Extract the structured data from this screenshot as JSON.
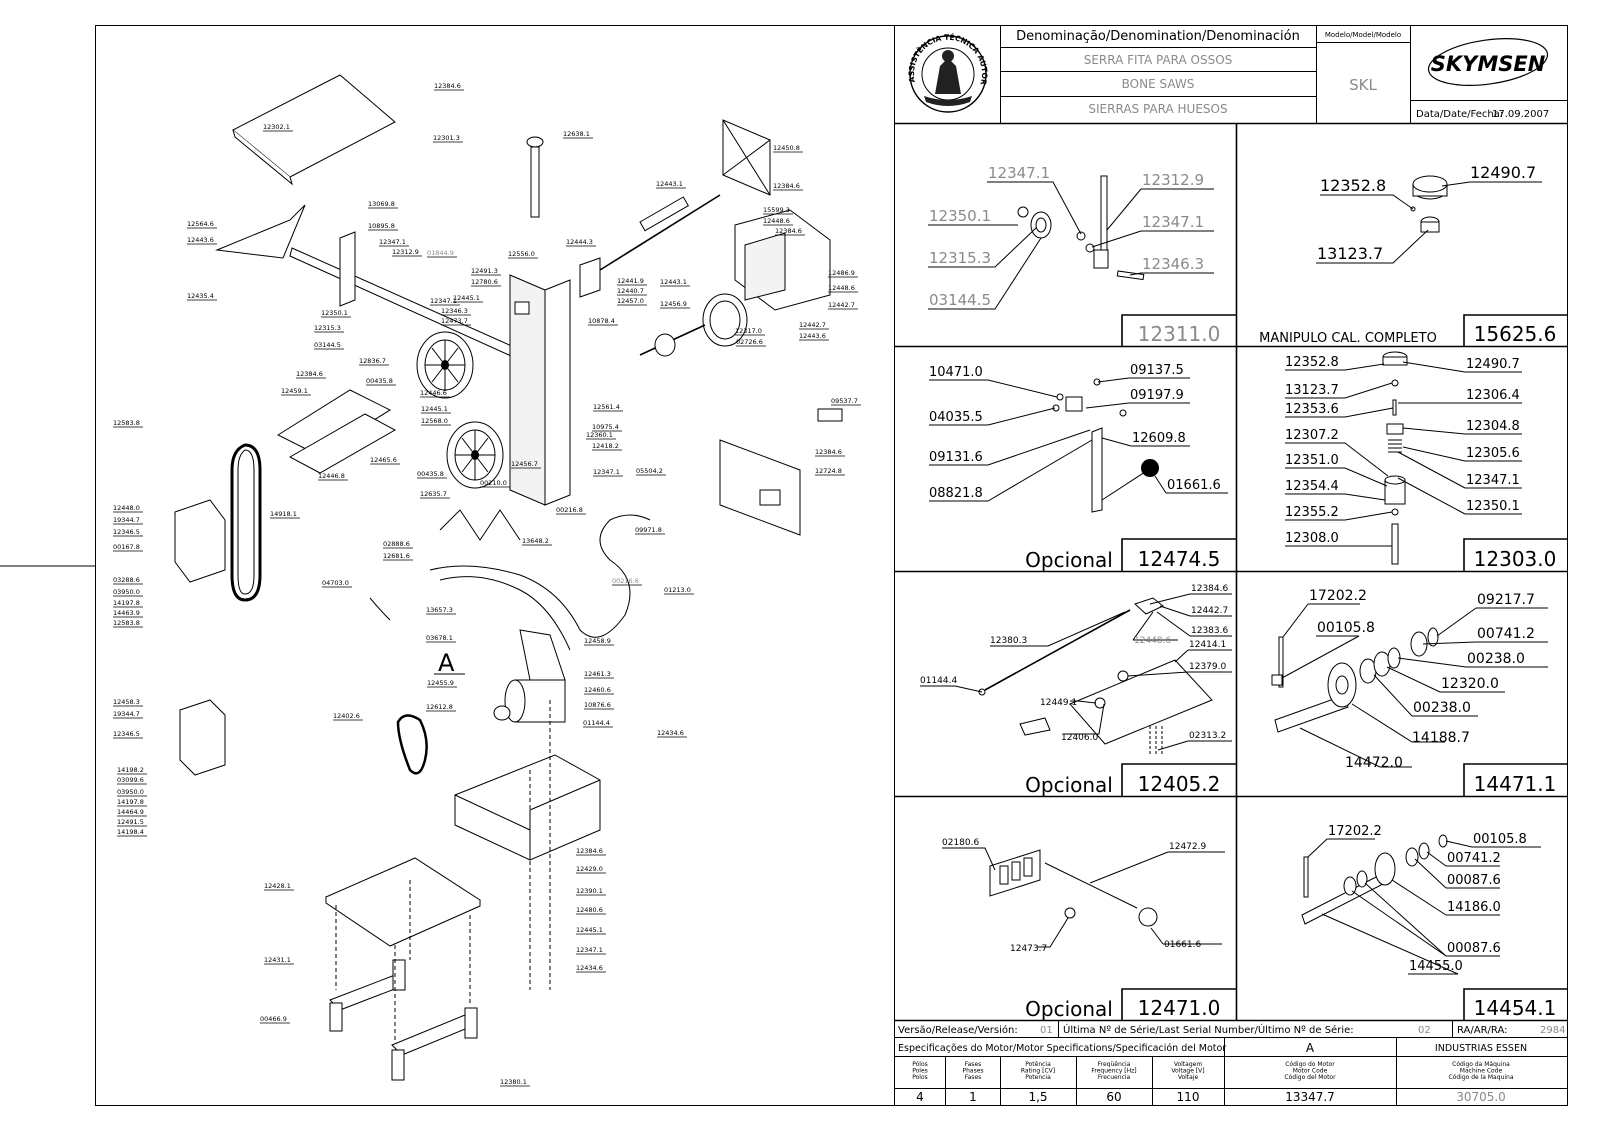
{
  "header": {
    "denomination_label": "Denominação/Denomination/Denominación",
    "name_pt": "SERRA FITA PARA OSSOS",
    "name_en": "BONE SAWS",
    "name_es": "SIERRAS PARA HUESOS",
    "model_label": "Modelo/Model/Modelo",
    "model_value": "SKL",
    "brand": "SKYMSEN",
    "date_label": "Data/Date/Fecha:",
    "date_value": "17.09.2007",
    "seal_text": "ASSISTÊNCIA TÉCNICA AUTORIZADA"
  },
  "main_labels": [
    "12384.6",
    "12302.1",
    "12301.3",
    "12638.1",
    "12450.8",
    "12443.1",
    "12384.6",
    "13069.8",
    "10895.8",
    "12564.6",
    "12443.6",
    "12435.4",
    "12347.1",
    "12312.9",
    "01844.9",
    "12491.3",
    "12780.6",
    "12556.0",
    "12444.3",
    "15599.3",
    "12448.6",
    "12384.6",
    "12486.9",
    "12448.6",
    "12442.7",
    "12350.1",
    "12315.3",
    "03144.5",
    "12347.1",
    "12346.3",
    "12473.7",
    "12445.1",
    "12441.9",
    "12440.7",
    "12457.0",
    "12443.1",
    "12456.9",
    "12317.0",
    "10878.4",
    "02726.6",
    "12442.7",
    "12443.6",
    "12836.7",
    "00435.8",
    "12384.6",
    "12459.1",
    "12446.6",
    "12445.1",
    "12568.0",
    "12360.1",
    "10975.4",
    "12418.2",
    "12456.7",
    "12347.1",
    "12561.4",
    "12583.8",
    "12448.0",
    "19344.7",
    "12346.5",
    "00167.8",
    "12465.6",
    "12446.8",
    "14918.1",
    "00435.8",
    "12635.7",
    "00210.0",
    "00216.8",
    "05504.2",
    "09537.7",
    "12384.6",
    "12724.8",
    "03288.6",
    "03950.0",
    "14197.8",
    "14463.9",
    "02888.6",
    "12681.6",
    "13648.2",
    "09971.8",
    "00216.6",
    "04703.0",
    "01213.0",
    "13657.3",
    "03678.1",
    "12458.9",
    "12461.3",
    "12460.6",
    "10876.6",
    "12455.9",
    "12612.8",
    "01144.4",
    "12583.8",
    "12458.3",
    "19344.7",
    "12346.5",
    "12402.6",
    "12434.6",
    "14198.2",
    "03099.6",
    "03950.0",
    "14197.8",
    "14464.9",
    "12491.5",
    "14198.4",
    "12384.6",
    "12429.0",
    "12390.1",
    "12480.6",
    "12445.1",
    "12428.1",
    "12347.1",
    "12431.1",
    "12434.6",
    "00466.9",
    "12380.1"
  ],
  "callout_A": "A",
  "boxes": {
    "b1": {
      "labels": [
        "12347.1",
        "12312.9",
        "12350.1",
        "12347.1",
        "12315.3",
        "12346.3",
        "03144.5"
      ],
      "code": "12311.0"
    },
    "b2": {
      "labels": [
        "12352.8",
        "12490.7",
        "13123.7"
      ],
      "caption": "MANIPULO CAL. COMPLETO",
      "code": "15625.6"
    },
    "b3": {
      "labels": [
        "10471.0",
        "09137.5",
        "09197.9",
        "04035.5",
        "12609.8",
        "09131.6",
        "01661.6",
        "08821.8"
      ],
      "caption": "Opcional",
      "code": "12474.5"
    },
    "b4": {
      "labels": [
        "12352.8",
        "12490.7",
        "13123.7",
        "12306.4",
        "12353.6",
        "12304.8",
        "12307.2",
        "12305.6",
        "12351.0",
        "12347.1",
        "12354.4",
        "12350.1",
        "12355.2",
        "12308.0"
      ],
      "code": "12303.0"
    },
    "b5": {
      "labels": [
        "12384.6",
        "12442.7",
        "12383.6",
        "12380.3",
        "12448.6",
        "12414.1",
        "12379.0",
        "01144.4",
        "12449.1",
        "12406.0",
        "02313.2"
      ],
      "caption": "Opcional",
      "code": "12405.2"
    },
    "b6": {
      "labels": [
        "17202.2",
        "09217.7",
        "00105.8",
        "00741.2",
        "00238.0",
        "12320.0",
        "00238.0",
        "14188.7",
        "14472.0"
      ],
      "code": "14471.1"
    },
    "b7": {
      "labels": [
        "02180.6",
        "12472.9",
        "12473.7",
        "01661.6"
      ],
      "caption": "Opcional",
      "code": "12471.0"
    },
    "b8": {
      "labels": [
        "17202.2",
        "00105.8",
        "00741.2",
        "00087.6",
        "14186.0",
        "00087.6",
        "14455.0"
      ],
      "code": "14454.1"
    }
  },
  "footer": {
    "version_label": "Versão/Release/Versión:",
    "version_value": "01",
    "serial_label": "Última Nº de Série/Last Serial Number/Último Nº de Série:",
    "serial_value": "02",
    "ra_label": "RA/AR/RA:",
    "ra_value": "2984",
    "motor_spec_label": "Especificações do Motor/Motor Specifications/Specificación del Motor",
    "motor_callout": "A",
    "company": "INDUSTRIAS ESSEN",
    "poles_label": "Pólos\nPoles\nPolos",
    "phases_label": "Fases\nPhases\nFases",
    "power_label": "Potência\nRating [CV]\nPotencia",
    "freq_label": "Freqüência\nFrequency [Hz]\nFrecuencia",
    "voltage_label": "Voltagem\nVoltage [V]\nVoltaje",
    "motor_code_label": "Código do Motor\nMotor Code\nCódigo del Motor",
    "machine_code_label": "Código da Máquina\nMachine Code\nCódigo de la Maquina",
    "poles": "4",
    "phases": "1",
    "power": "1,5",
    "frequency": "60",
    "voltage": "110",
    "motor_code": "13347.7",
    "machine_code": "30705.0"
  }
}
